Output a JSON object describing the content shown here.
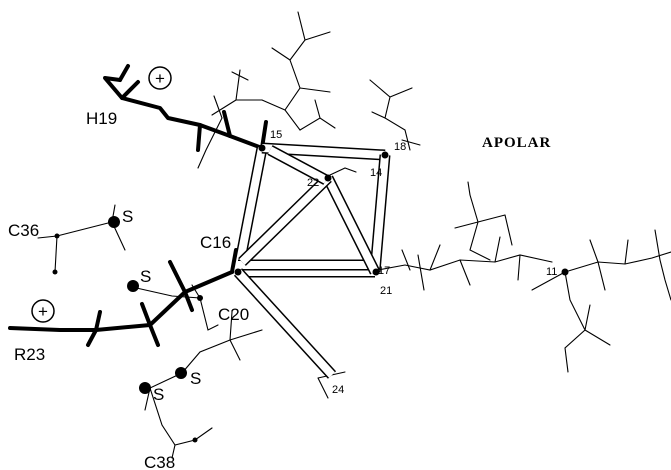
{
  "labels": {
    "h19": "H19",
    "r23": "R23",
    "c36": "C36",
    "c16": "C16",
    "c20": "C20",
    "c38": "C38",
    "s1": "S",
    "s2": "S",
    "s3": "S",
    "s4": "S",
    "apolar": "APOLAR",
    "plus": "+"
  },
  "nodes": {
    "n15": "15",
    "n18": "18",
    "n14": "14",
    "n22": "22",
    "n17": "17",
    "n21": "21",
    "n24": "24",
    "n11": "11"
  }
}
